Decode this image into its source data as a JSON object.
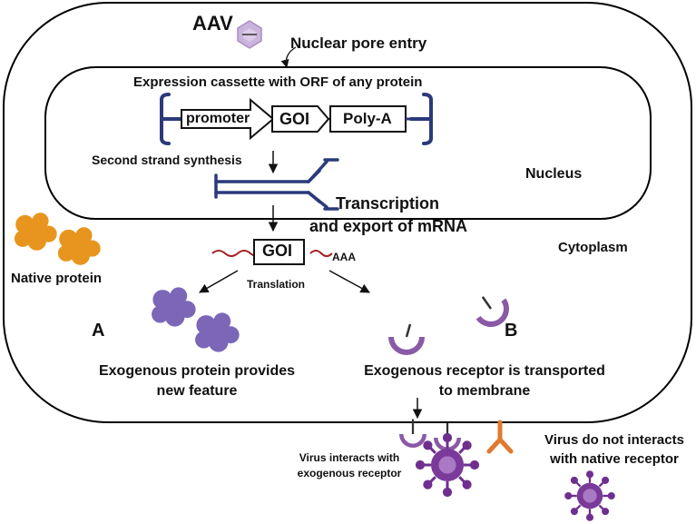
{
  "labels": {
    "aav": "AAV",
    "nuclear_pore_entry": "Nuclear pore entry",
    "expression_cassette": "Expression cassette with ORF of any protein",
    "promoter": "promoter",
    "goi": "GOI",
    "poly_a": "Poly-A",
    "second_strand": "Second strand synthesis",
    "nucleus": "Nucleus",
    "transcription_line1": "Transcription",
    "transcription_line2": "and export of mRNA",
    "mrna_goi": "GOI",
    "poly_a_tail": "AAA",
    "cytoplasm": "Cytoplasm",
    "native_protein": "Native protein",
    "translation": "Translation",
    "panel_a": "A",
    "panel_b": "B",
    "exogenous_protein_line1": "Exogenous protein provides",
    "exogenous_protein_line2": "new feature",
    "exogenous_receptor_line1": "Exogenous receptor is transported",
    "exogenous_receptor_line2": "to membrane",
    "virus_interacts_line1": "Virus interacts with",
    "virus_interacts_line2": "exogenous receptor",
    "virus_not_line1": "Virus do not interacts",
    "virus_not_line2": "with native receptor"
  },
  "colors": {
    "cell_outline": "#000000",
    "itr_blue": "#2b3a7a",
    "mrna_red": "#a31f24",
    "native_protein": "#e8951f",
    "exogenous_protein": "#7b66b8",
    "receptor_purple": "#8a5aa6",
    "native_receptor_orange": "#e07a30",
    "virus_purple": "#6f2f8f",
    "aav_capsid": "#c9b4dc"
  },
  "icons": {
    "aav_capsid": "aav-capsid-icon",
    "native_protein": "native-protein-icon",
    "exogenous_protein": "exogenous-protein-icon",
    "receptor": "receptor-icon",
    "virus": "virus-icon"
  }
}
